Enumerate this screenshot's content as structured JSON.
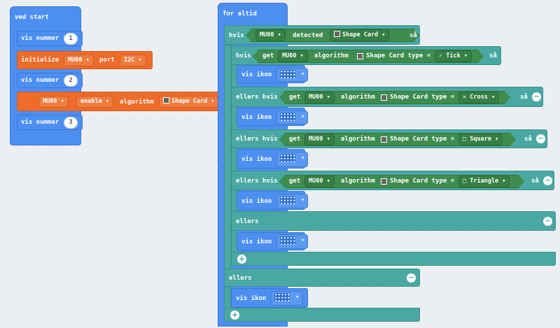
{
  "ved_start": {
    "hat_label": "ved start",
    "vis_nummer_label": "vis nummer",
    "number_1": "1",
    "number_2": "2",
    "number_3": "3",
    "initialize_label": "initialize",
    "port_label": "port",
    "device_value": "MU00",
    "port_value": "I2C",
    "enable_value": "enable",
    "algorithm_label": "algorithm",
    "algorithm_value": "Shape Card"
  },
  "for_altid": {
    "hat_label": "for altid",
    "hvis_label": "hvis",
    "saa_label": "så",
    "detected_label": "detected",
    "get_label": "get",
    "device_value": "MU00",
    "algorithm_label": "algorithm",
    "card_type_label": "Shape Card type =",
    "algorithm_value": "Shape Card",
    "ellers_hvis_label": "ellers hvis",
    "ellers_label": "ellers",
    "vis_ikon_label": "vis ikon",
    "conditions": [
      {
        "type_value": "✓ Tick"
      },
      {
        "type_value": "✕ Cross"
      },
      {
        "type_value": "□ Square"
      },
      {
        "type_value": "□ Triangle"
      }
    ]
  },
  "colors": {
    "blue": "#4c8ff0",
    "orange": "#ef6b2a",
    "teal": "#4aa8a3",
    "green": "#3f8c4f"
  }
}
